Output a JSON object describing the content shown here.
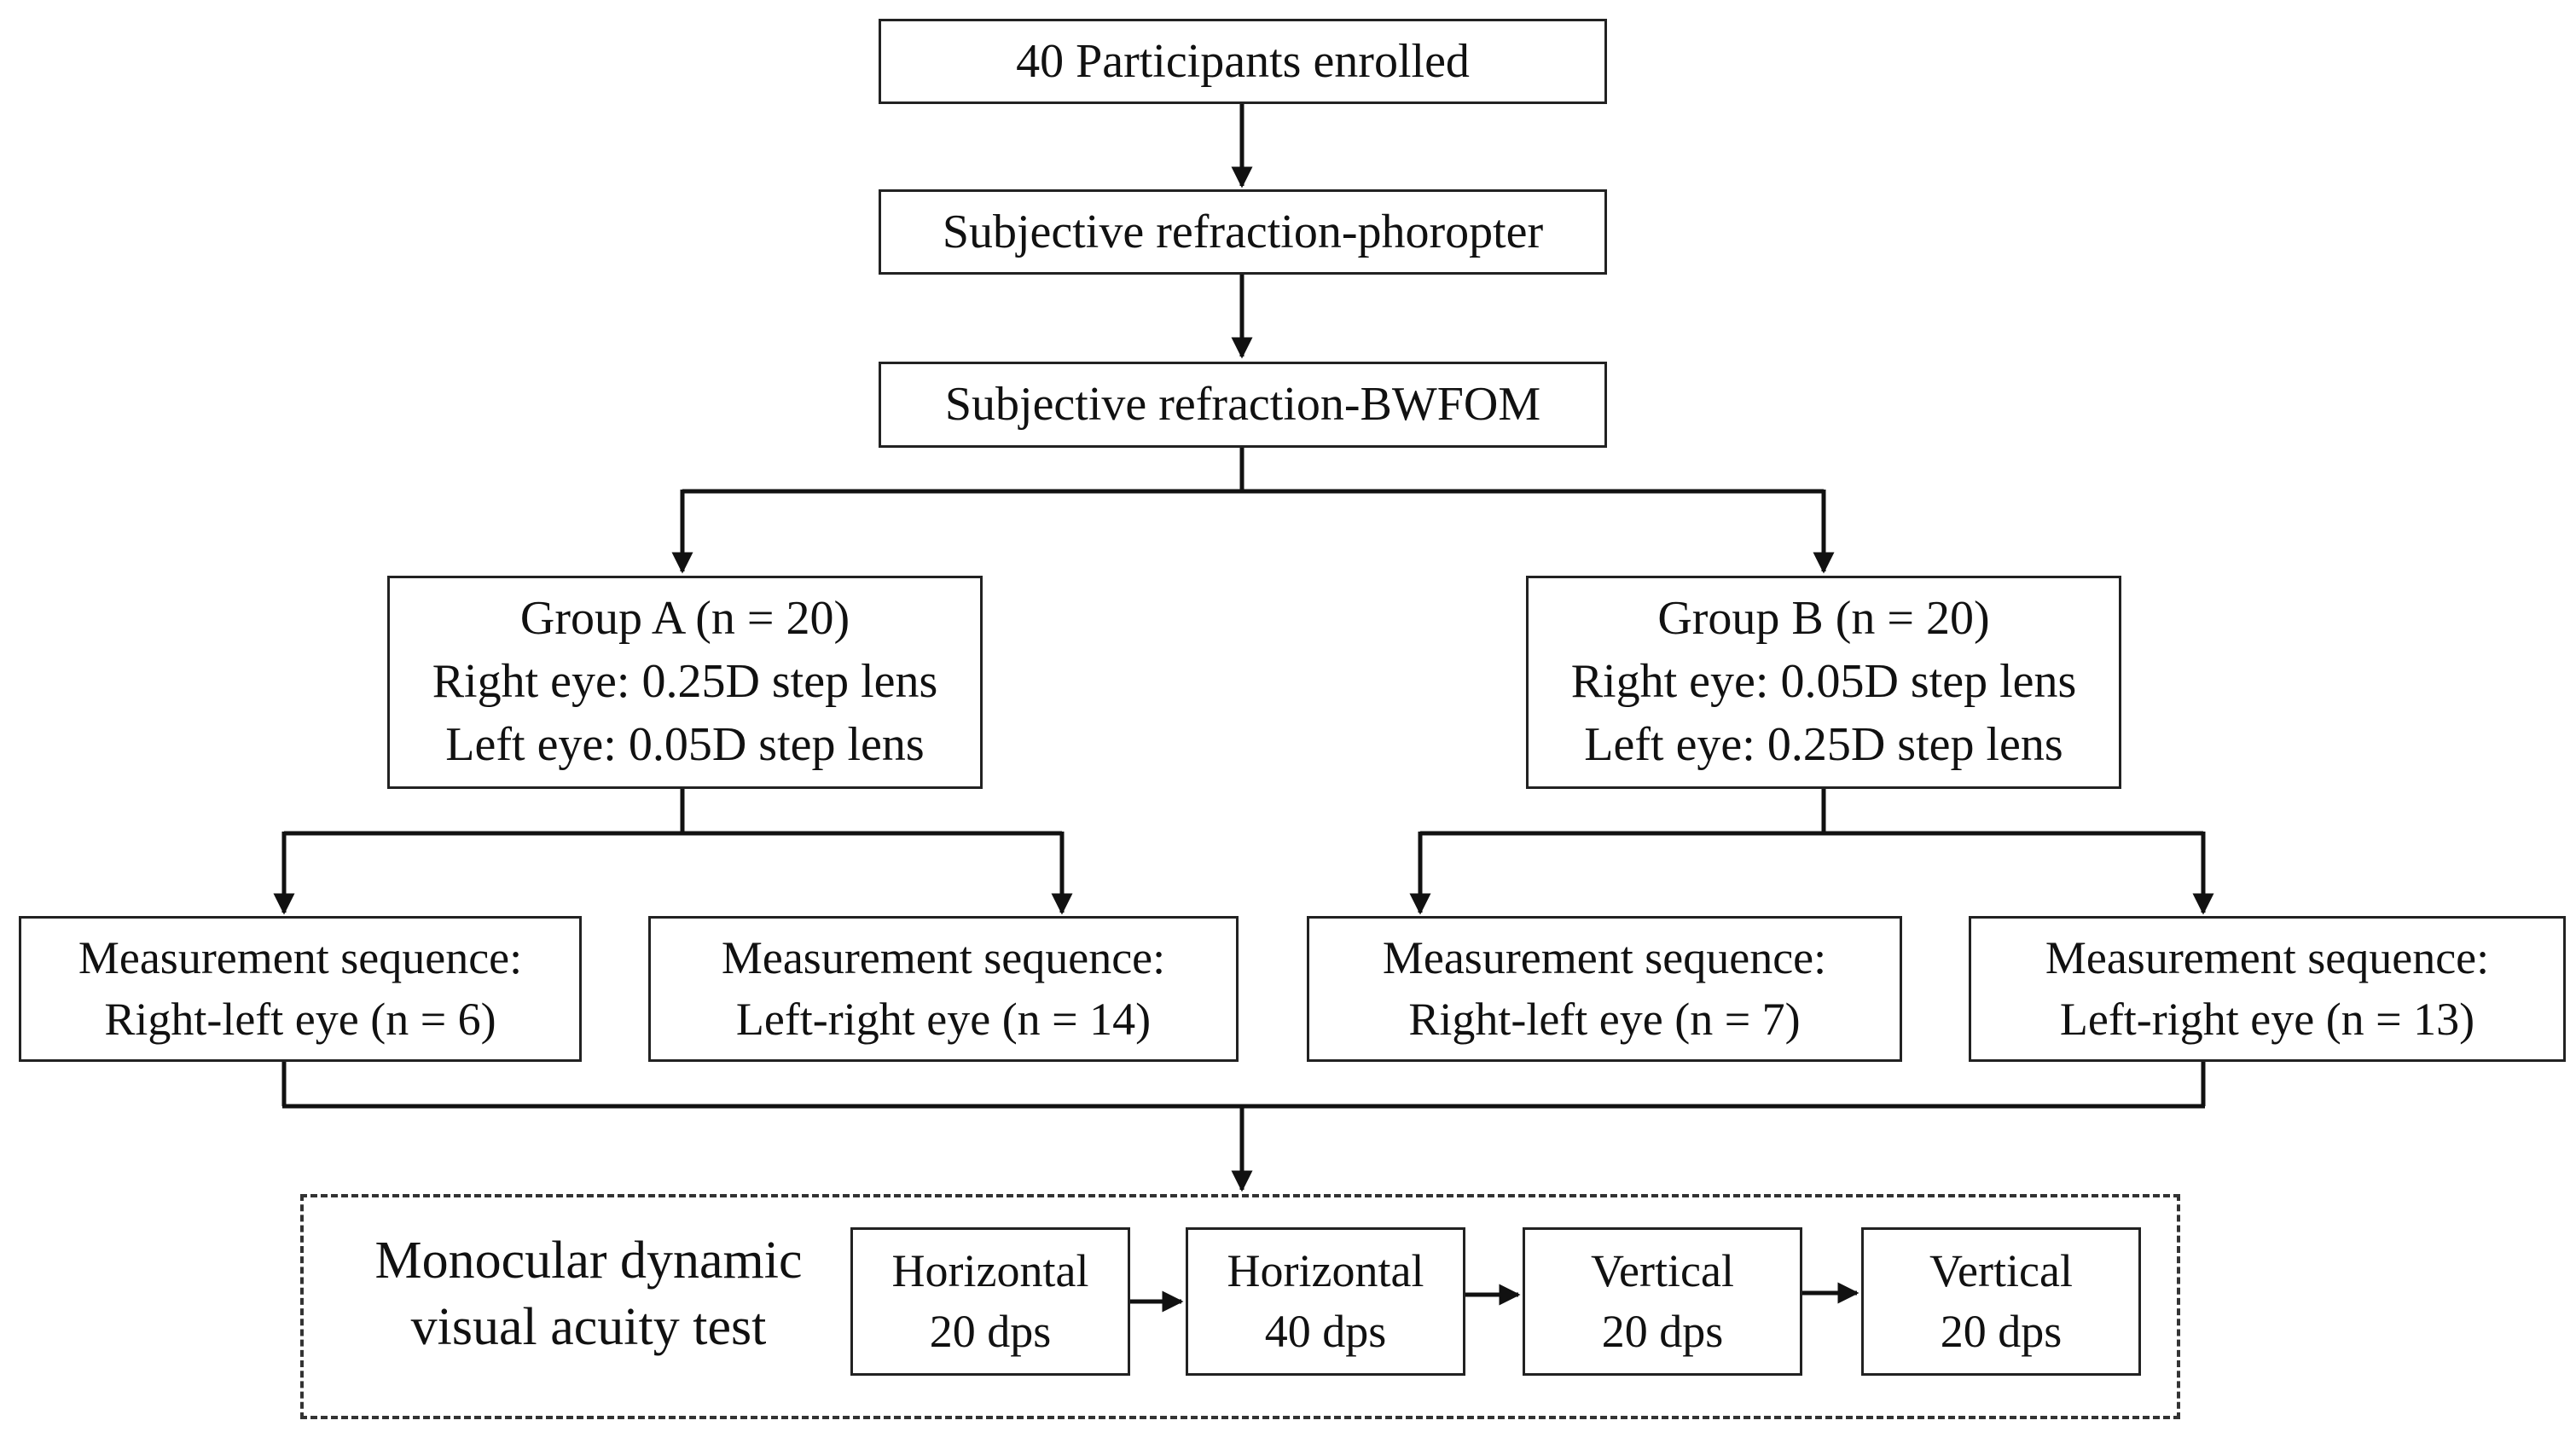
{
  "flow": {
    "enrolled": "40 Participants enrolled",
    "phoropter": "Subjective refraction-phoropter",
    "bwfom": "Subjective refraction-BWFOM"
  },
  "groups": {
    "a": {
      "title": "Group A (n = 20)",
      "right": "Right eye: 0.25D step lens",
      "left": "Left eye: 0.05D step lens",
      "seq1": {
        "line1": "Measurement sequence:",
        "line2": "Right-left eye (n = 6)"
      },
      "seq2": {
        "line1": "Measurement sequence:",
        "line2": "Left-right eye (n = 14)"
      }
    },
    "b": {
      "title": "Group B (n = 20)",
      "right": "Right eye: 0.05D step lens",
      "left": "Left eye: 0.25D step lens",
      "seq1": {
        "line1": "Measurement sequence:",
        "line2": "Right-left eye (n = 7)"
      },
      "seq2": {
        "line1": "Measurement sequence:",
        "line2": "Left-right eye (n = 13)"
      }
    }
  },
  "test": {
    "label_line1": "Monocular dynamic",
    "label_line2": "visual acuity test",
    "steps": [
      {
        "line1": "Horizontal",
        "line2": "20 dps"
      },
      {
        "line1": "Horizontal",
        "line2": "40 dps"
      },
      {
        "line1": "Vertical",
        "line2": "20 dps"
      },
      {
        "line1": "Vertical",
        "line2": "20 dps"
      }
    ]
  }
}
